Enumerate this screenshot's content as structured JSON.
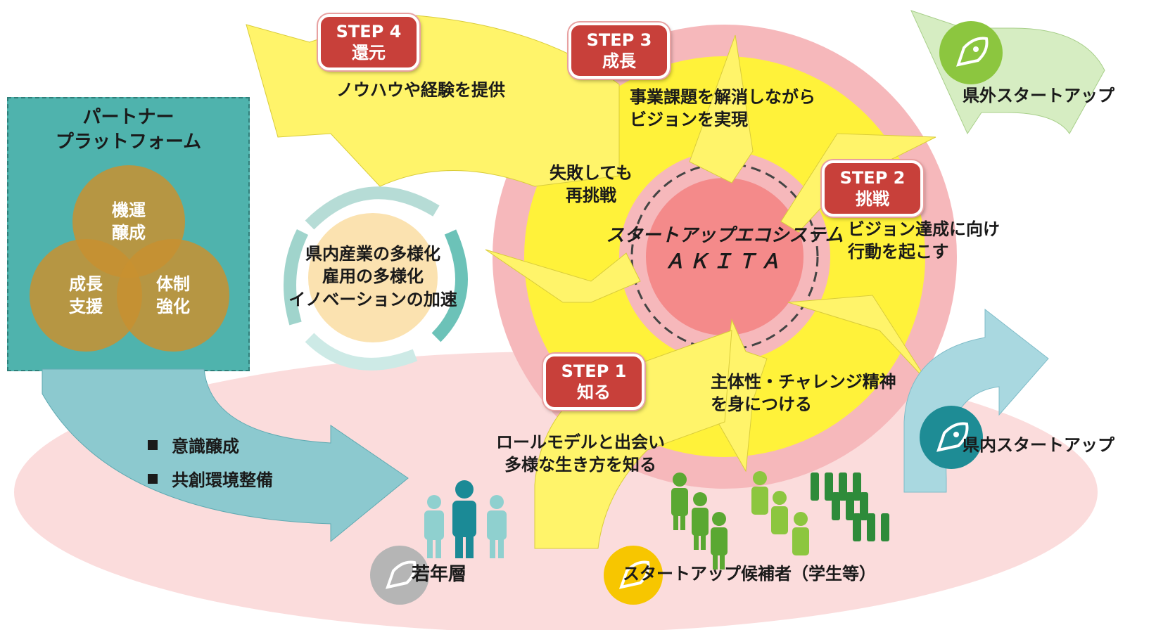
{
  "partner": {
    "title_line1": "パートナー",
    "title_line2": "プラットフォーム",
    "circle_top_line1": "機運",
    "circle_top_line2": "醸成",
    "circle_left_line1": "成長",
    "circle_left_line2": "支援",
    "circle_right_line1": "体制",
    "circle_right_line2": "強化"
  },
  "bullets": [
    "意識醸成",
    "共創環境整備"
  ],
  "cycle": {
    "line1": "県内産業の多様化",
    "line2": "雇用の多様化",
    "line3": "イノベーションの加速"
  },
  "center": {
    "line1": "スタートアップエコシステム",
    "line2": "ＡＫＩＴＡ"
  },
  "steps": [
    {
      "label": "STEP 1",
      "title": "知る"
    },
    {
      "label": "STEP 2",
      "title": "挑戦"
    },
    {
      "label": "STEP 3",
      "title": "成長"
    },
    {
      "label": "STEP 4",
      "title": "還元"
    }
  ],
  "descriptions": {
    "step4": "ノウハウや経験を提供",
    "step3_line1": "事業課題を解消しながら",
    "step3_line2": "ビジョンを実現",
    "retry_line1": "失敗しても",
    "retry_line2": "再挑戦",
    "step2_line1": "ビジョン達成に向け",
    "step2_line2": "行動を起こす",
    "step1a_line1": "主体性・チャレンジ精神",
    "step1a_line2": "を身につける",
    "step1b_line1": "ロールモデルと出会い",
    "step1b_line2": "多様な生き方を知る"
  },
  "groups": {
    "outside": "県外スタートアップ",
    "inside": "県内スタートアップ",
    "youth": "若年層",
    "candidates": "スタートアップ候補者（学生等）"
  },
  "colors": {
    "step_badge": "#c8403a",
    "yellow": "#fff23a",
    "pink": "#f6b8bb",
    "core": "#f48a8a",
    "teal": "#4fb3ad",
    "orange_circle": "#c89030",
    "green_people": "#5aa832",
    "teal_people": "#3aa0a8",
    "rocket_green": "#8cc63f",
    "rocket_teal": "#1e8c95",
    "rocket_grey": "#b5b5b5",
    "rocket_yellow": "#f7c600"
  },
  "icons": [
    "rocket-icon",
    "person-icon"
  ]
}
